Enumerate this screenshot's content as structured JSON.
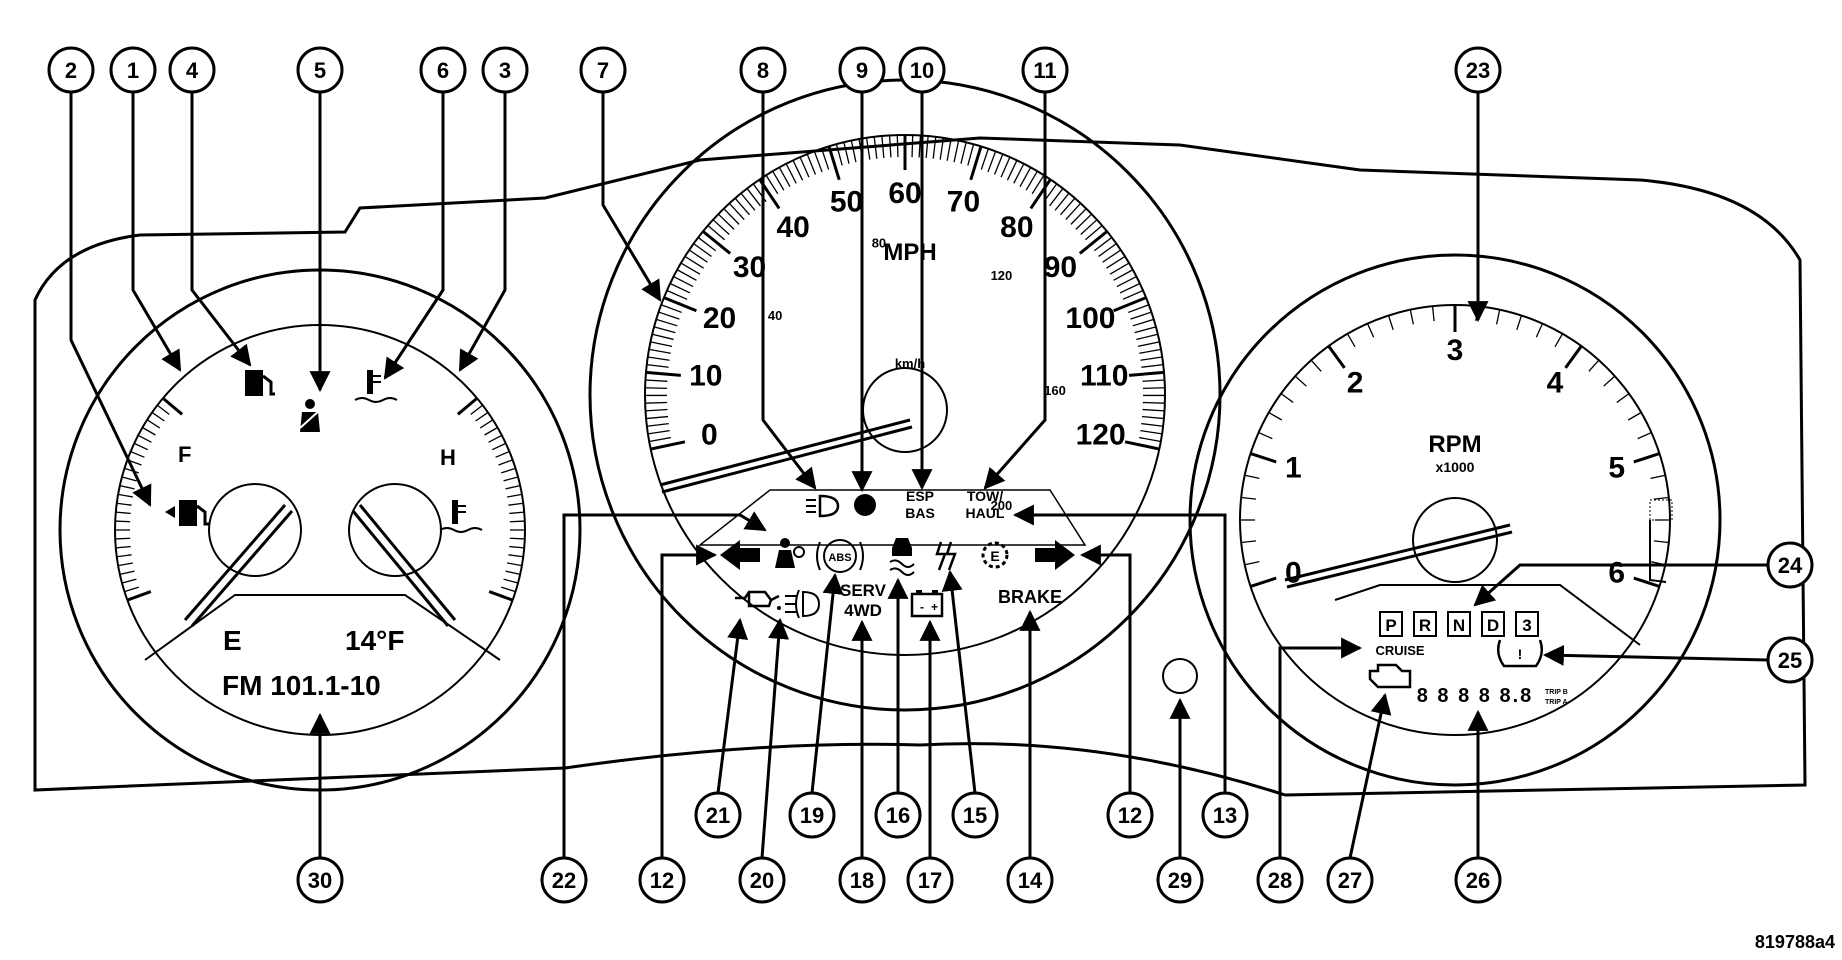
{
  "figure_id": "819788a4",
  "callouts": [
    "1",
    "2",
    "3",
    "4",
    "5",
    "6",
    "7",
    "8",
    "9",
    "10",
    "11",
    "12",
    "13",
    "14",
    "15",
    "16",
    "17",
    "18",
    "19",
    "20",
    "21",
    "22",
    "23",
    "24",
    "25",
    "26",
    "27",
    "28",
    "29",
    "30"
  ],
  "fuel_gauge": {
    "full_label": "F",
    "empty_label": "E"
  },
  "temp_gauge": {
    "hot_label": "H"
  },
  "display": {
    "outside_temp": "14°F",
    "radio": "FM 101.1-10"
  },
  "speedometer": {
    "mph_label": "MPH",
    "kmh_label": "km/h",
    "mph_ticks": [
      "0",
      "10",
      "20",
      "30",
      "40",
      "50",
      "60",
      "70",
      "80",
      "90",
      "100",
      "110",
      "120"
    ],
    "kmh_ticks": [
      "40",
      "80",
      "120",
      "160",
      "200"
    ]
  },
  "tachometer": {
    "rpm_label": "RPM",
    "scale_label": "x1000",
    "ticks": [
      "0",
      "1",
      "2",
      "3",
      "4",
      "5",
      "6"
    ]
  },
  "indicators": {
    "esp": "ESP",
    "bas": "BAS",
    "tow": "TOW/",
    "haul": "HAUL",
    "abs": "ABS",
    "serv": "SERV",
    "fourwd": "4WD",
    "brake": "BRAKE",
    "cruise": "CRUISE"
  },
  "gear_display": [
    "P",
    "R",
    "N",
    "D",
    "3"
  ],
  "odometer": {
    "digits": "8 8 8 8 8.8",
    "trip_b": "TRIP B",
    "trip_a": "TRIP A"
  },
  "colors": {
    "line": "#000000",
    "background": "#ffffff"
  }
}
